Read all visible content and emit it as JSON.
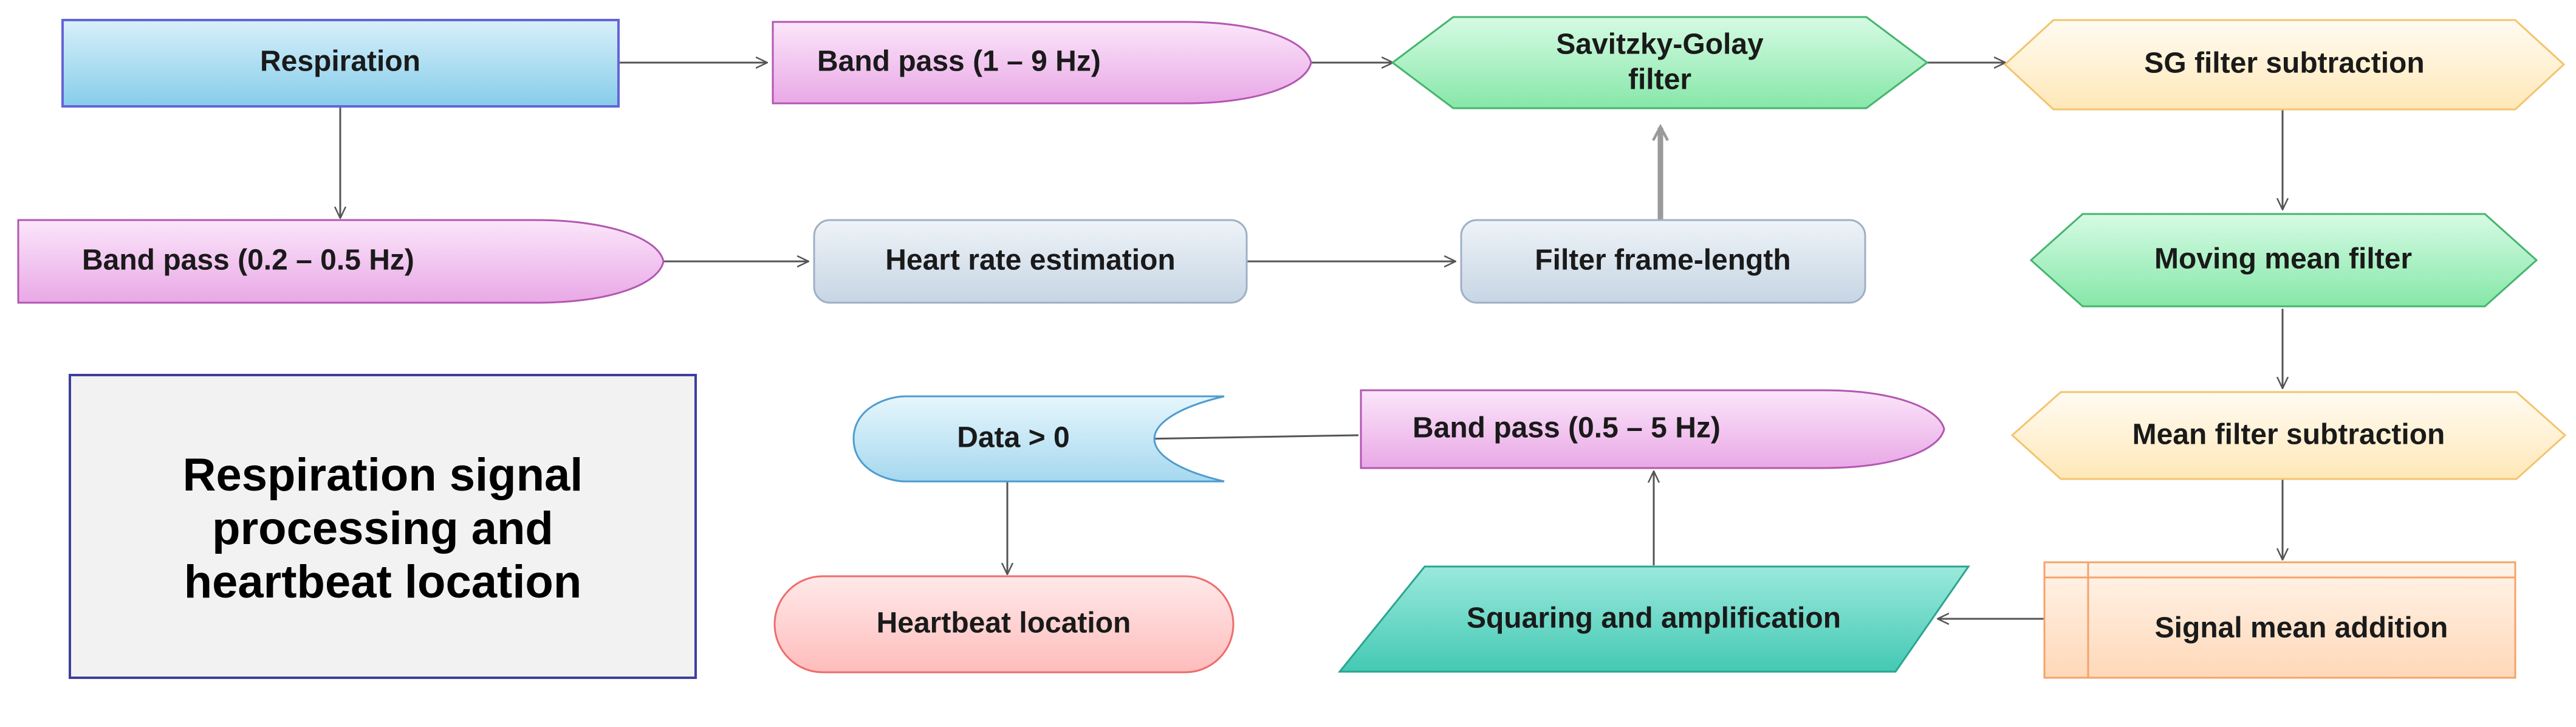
{
  "diagram": {
    "title_lines": [
      "Respiration signal",
      "processing and",
      "heartbeat location"
    ],
    "nodes": {
      "respiration": "Respiration",
      "band_pass_1_9": "Band pass (1 – 9 Hz)",
      "savitzky_golay_line1": "Savitzky-Golay",
      "savitzky_golay_line2": "filter",
      "sg_filter_subtraction": "SG filter subtraction",
      "band_pass_02_05": "Band pass (0.2 – 0.5 Hz)",
      "heart_rate_estimation": "Heart rate estimation",
      "filter_frame_length": "Filter frame-length",
      "moving_mean_filter": "Moving mean filter",
      "mean_filter_subtraction": "Mean filter subtraction",
      "data_gt_0": "Data > 0",
      "band_pass_05_5": "Band pass (0.5 – 5 Hz)",
      "heartbeat_location": "Heartbeat location",
      "squaring_amplification": "Squaring and amplification",
      "signal_mean_addition": "Signal mean addition"
    },
    "colors": {
      "blue_box": "#a7dcf2",
      "pink_box": "#f3c6f0",
      "green_hex": "#a4f0c1",
      "orange_hex": "#fff0cf",
      "gray_blue_box": "#d5e0ec",
      "red_pill": "#ffd0d0",
      "teal_parallelogram": "#60d6c4",
      "orange_process": "#ffe7d2",
      "title_box": "#f2f2f2"
    }
  }
}
